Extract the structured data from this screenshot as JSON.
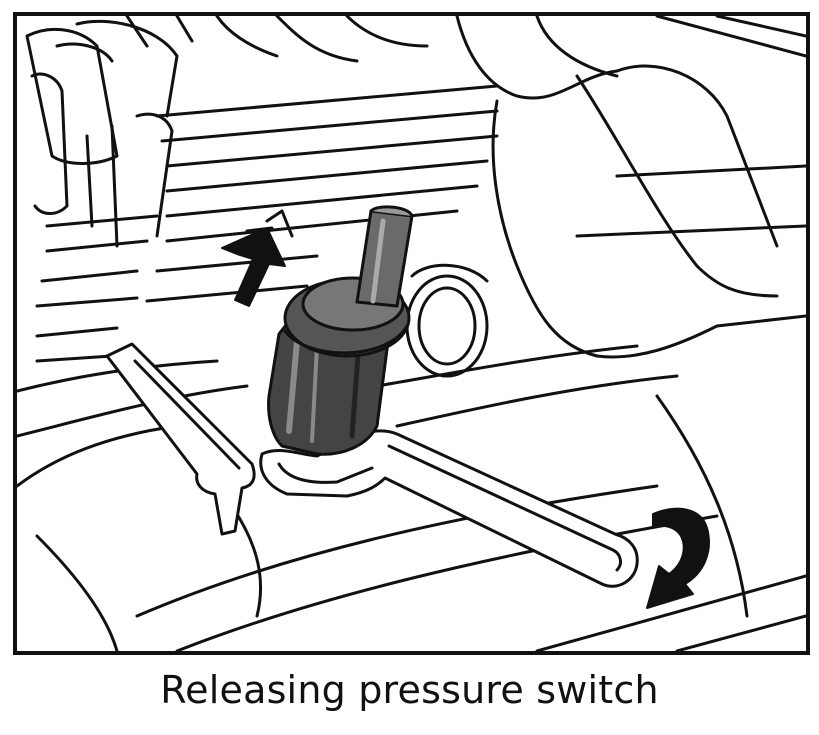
{
  "caption": "Releasing pressure switch",
  "colors": {
    "line": "#111111",
    "background": "#ffffff",
    "switch_fill": "#444444",
    "switch_dark": "#222222",
    "switch_light": "#8a8a8a"
  },
  "icons": {
    "arrow": "straight-arrow-up-right",
    "rotation": "curved-arrow-clockwise"
  }
}
